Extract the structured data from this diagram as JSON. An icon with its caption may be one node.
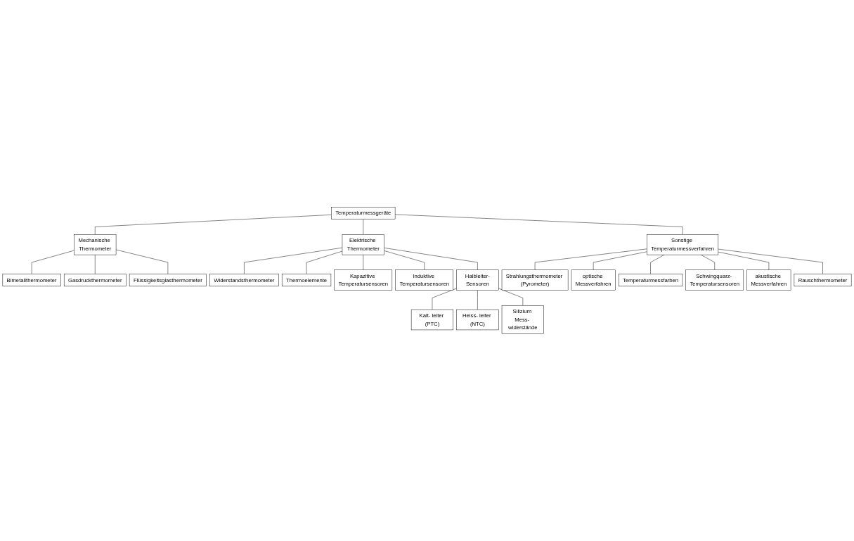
{
  "diagram": {
    "nodes": [
      {
        "text": [
          "Temperaturmessgeräte"
        ]
      },
      {
        "text": [
          "Mechanische Thermometer"
        ]
      },
      {
        "text": [
          "Elektrische Thermometer"
        ]
      },
      {
        "text": [
          "Sonstige Temperaturmessverfahren"
        ]
      },
      {
        "text": [
          "Bimetallthermometer"
        ]
      },
      {
        "text": [
          "Gasdruckthermometer"
        ]
      },
      {
        "text": [
          "Flüssigkeitsglasthermometer"
        ]
      },
      {
        "text": [
          "Widerstandsthermometer"
        ]
      },
      {
        "text": [
          "Thermoelemente"
        ]
      },
      {
        "text": [
          "Kapazitive Temperatursensoren"
        ]
      },
      {
        "text": [
          "Induktive Temperatursensoren"
        ]
      },
      {
        "text": [
          "Halbleiter-Sensoren"
        ]
      },
      {
        "text": [
          "Kalt- leiter (PTC)"
        ]
      },
      {
        "text": [
          "Heiss- leiter (NTC)"
        ]
      },
      {
        "text": [
          "Silizium Mess- widerstände"
        ]
      },
      {
        "text": [
          "Strahlungsthermometer (Pyrometer)"
        ]
      },
      {
        "text": [
          "optische Messverfahren"
        ]
      },
      {
        "text": [
          "Temperaturmessfarben"
        ]
      },
      {
        "text": [
          "Schwingquarz- Temperatursensoren"
        ]
      },
      {
        "text": [
          "akustische Messverfahren"
        ]
      },
      {
        "text": [
          "Rauschthermometer"
        ]
      }
    ],
    "edges": [
      {
        "from": 0,
        "to": 1,
        "arrow": "none"
      },
      {
        "from": 0,
        "to": 2,
        "arrow": "none"
      },
      {
        "from": 0,
        "to": 3,
        "arrow": "none"
      },
      {
        "from": 1,
        "to": 4,
        "arrow": "none"
      },
      {
        "from": 1,
        "to": 5,
        "arrow": "none"
      },
      {
        "from": 1,
        "to": 6,
        "arrow": "none"
      },
      {
        "from": 2,
        "to": 7,
        "arrow": "none"
      },
      {
        "from": 2,
        "to": 8,
        "arrow": "none"
      },
      {
        "from": 2,
        "to": 9,
        "arrow": "none"
      },
      {
        "from": 2,
        "to": 10,
        "arrow": "none"
      },
      {
        "from": 2,
        "to": 11,
        "arrow": "none"
      },
      {
        "from": 11,
        "to": 12,
        "arrow": "none"
      },
      {
        "from": 11,
        "to": 13,
        "arrow": "none"
      },
      {
        "from": 11,
        "to": 14,
        "arrow": "none"
      },
      {
        "from": 3,
        "to": 15,
        "arrow": "none"
      },
      {
        "from": 3,
        "to": 16,
        "arrow": "none"
      },
      {
        "from": 3,
        "to": 17,
        "arrow": "none"
      },
      {
        "from": 3,
        "to": 18,
        "arrow": "none"
      },
      {
        "from": 3,
        "to": 19,
        "arrow": "none"
      },
      {
        "from": 3,
        "to": 20,
        "arrow": "none"
      }
    ]
  }
}
